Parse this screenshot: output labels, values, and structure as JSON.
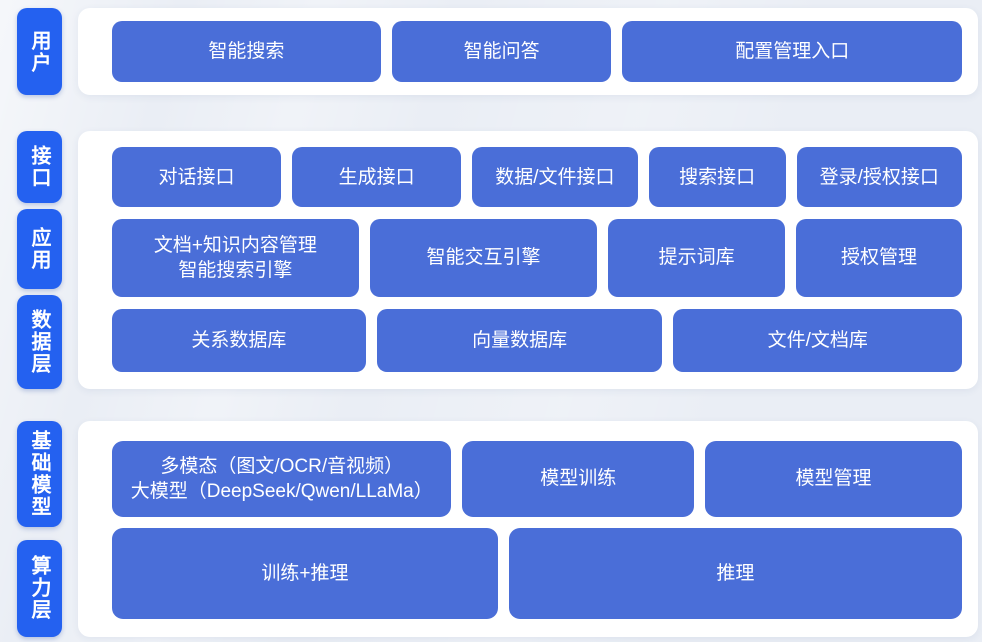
{
  "colors": {
    "background": "#eaeef5",
    "panel": "#ffffff",
    "rail_pill": "#2461f0",
    "box": "#4a6ed8",
    "text": "#ffffff"
  },
  "layers": {
    "user": {
      "rail": "用户",
      "row": [
        "智能搜索",
        "智能问答",
        "配置管理入口"
      ]
    },
    "middle": {
      "rails": [
        "接口",
        "应用",
        "数据层"
      ],
      "interface_row": [
        "对话接口",
        "生成接口",
        "数据/文件接口",
        "搜索接口",
        "登录/授权接口"
      ],
      "application_row": {
        "doc_engine": {
          "line1": "文档+知识内容管理",
          "line2": "智能搜索引擎"
        },
        "others": [
          "智能交互引擎",
          "提示词库",
          "授权管理"
        ]
      },
      "data_row": [
        "关系数据库",
        "向量数据库",
        "文件/文档库"
      ]
    },
    "bottom": {
      "rails": [
        "基础模型",
        "算力层"
      ],
      "model_row": {
        "llm": {
          "line1": "多模态（图文/OCR/音视频）",
          "line2": "大模型（DeepSeek/Qwen/LLaMa）"
        },
        "others": [
          "模型训练",
          "模型管理"
        ]
      },
      "compute_row": [
        "训练+推理",
        "推理"
      ]
    }
  }
}
